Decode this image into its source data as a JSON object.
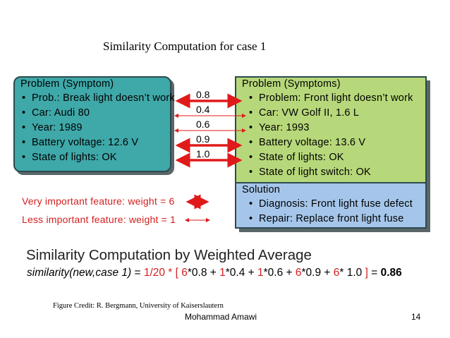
{
  "title": "Similarity Computation for case 1",
  "left_box": {
    "heading": "Problem (Symptom)",
    "items": [
      "Prob.: Break light doesn’t work",
      "Car: Audi 80",
      "Year: 1989",
      "Battery voltage: 12.6 V",
      "State of lights: OK"
    ]
  },
  "right_box": {
    "heading": "Problem (Symptoms)",
    "items": [
      "Problem: Front light doesn’t work",
      "Car: VW Golf II, 1.6 L",
      "Year: 1993",
      "Battery voltage: 13.6 V",
      "State of lights: OK",
      "State of light switch: OK"
    ]
  },
  "solution_box": {
    "heading": "Solution",
    "items": [
      "Diagnosis: Front light fuse defect",
      "Repair: Replace front light fuse"
    ]
  },
  "similarities": [
    "0.8",
    "0.4",
    "0.6",
    "0.9",
    "1.0"
  ],
  "legend": {
    "very_important": "Very important feature: weight = 6",
    "less_important": "Less important feature: weight = 1"
  },
  "weighted_average": {
    "title": "Similarity Computation by Weighted Average",
    "p1": "similarity(new,case 1)",
    "p2": " = ",
    "p3": "1/20",
    "p4": " * [ ",
    "p5": "6",
    "p6": "*0.8 + ",
    "p7": "1",
    "p8": "*0.4 + ",
    "p9": "1",
    "p10": "*0.6 + ",
    "p11": "6",
    "p12": "*0.9 + ",
    "p13": "6",
    "p14": "* 1.0 ",
    "p15": "]",
    "p16": " = ",
    "p17": "0.86"
  },
  "credit": "Figure Credit: R. Bergmann, University of Kaiserslautern",
  "author": "Mohammad Amawi",
  "page_number": "14",
  "colors": {
    "left_box": "#3fa8a9",
    "right_box": "#b7d87a",
    "solution_box": "#a5c6ea",
    "arrow": "#e01a1a"
  }
}
